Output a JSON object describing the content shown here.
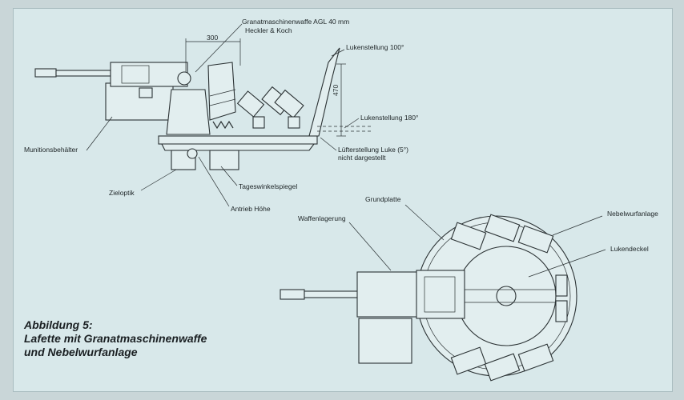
{
  "labels": {
    "gun": "Granatmaschinenwaffe AGL 40 mm",
    "maker": "Heckler & Koch",
    "dim_300": "300",
    "dim_470": "470",
    "hatch_100": "Lukenstellung 100°",
    "hatch_180": "Lukenstellung 180°",
    "hatch_5_line1": "Lüfterstellung Luke (5°)",
    "hatch_5_line2": "nicht dargestellt",
    "ammo": "Munitionsbehälter",
    "periscope": "Tageswinkelspiegel",
    "sight": "Zieloptik",
    "drive": "Antrieb Höhe",
    "base_plate": "Grundplatte",
    "mount": "Waffenlagerung",
    "smoke": "Nebelwurfanlage",
    "hatch_cover": "Lukendeckel"
  },
  "caption": {
    "line1": "Abbildung 5:",
    "line2": "Lafette mit Granatmaschinenwaffe",
    "line3": "und Nebelwurfanlage"
  }
}
